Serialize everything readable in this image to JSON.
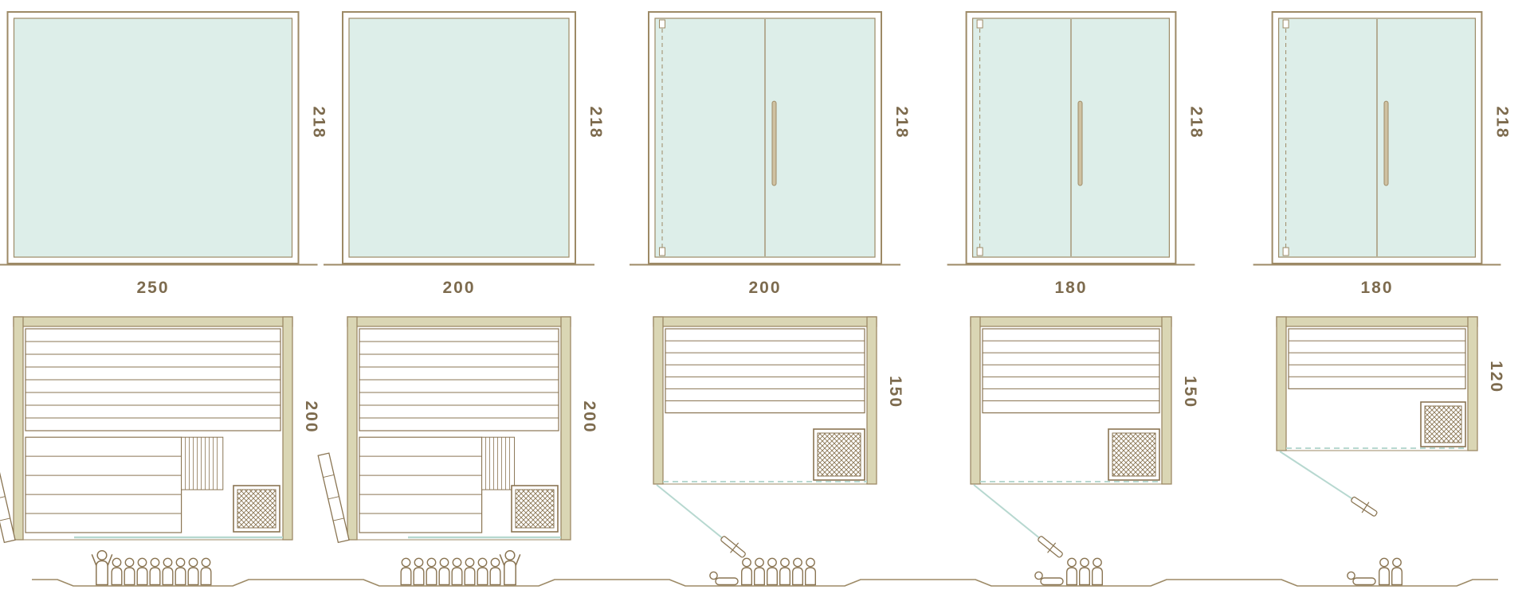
{
  "diagram_title": "sauna-model-size-comparison",
  "units": "",
  "colors": {
    "line": "#9d8a66",
    "line_dark": "#8a7553",
    "text": "#7d6b4e",
    "glass": "#ddeee9",
    "glass_edge": "#c3ddd5",
    "wall": "#dad6b4",
    "teal": "#b7d8d0",
    "handle": "#cfc1a1",
    "background": "#ffffff"
  },
  "models": [
    {
      "width_label": "250",
      "height_label": "218",
      "depth_label": "200",
      "width_cm": 250,
      "height_cm": 218,
      "depth_cm": 200,
      "door": "none",
      "plan": "A",
      "figures": {
        "tall": "left",
        "standing": 8,
        "reclining": 0
      }
    },
    {
      "width_label": "200",
      "height_label": "218",
      "depth_label": "200",
      "width_cm": 200,
      "height_cm": 218,
      "depth_cm": 200,
      "door": "none",
      "plan": "A",
      "figures": {
        "tall": "right",
        "standing": 8,
        "reclining": 0
      }
    },
    {
      "width_label": "200",
      "height_label": "218",
      "depth_label": "150",
      "width_cm": 200,
      "height_cm": 218,
      "depth_cm": 150,
      "door": "double-glass",
      "plan": "B",
      "figures": {
        "tall": null,
        "standing": 6,
        "reclining": 1
      }
    },
    {
      "width_label": "180",
      "height_label": "218",
      "depth_label": "150",
      "width_cm": 180,
      "height_cm": 218,
      "depth_cm": 150,
      "door": "double-glass",
      "plan": "B",
      "figures": {
        "tall": null,
        "standing": 3,
        "reclining": 1
      }
    },
    {
      "width_label": "180",
      "height_label": "218",
      "depth_label": "120",
      "width_cm": 180,
      "height_cm": 218,
      "depth_cm": 120,
      "door": "double-glass",
      "plan": "C",
      "figures": {
        "tall": null,
        "standing": 2,
        "reclining": 1
      }
    }
  ]
}
